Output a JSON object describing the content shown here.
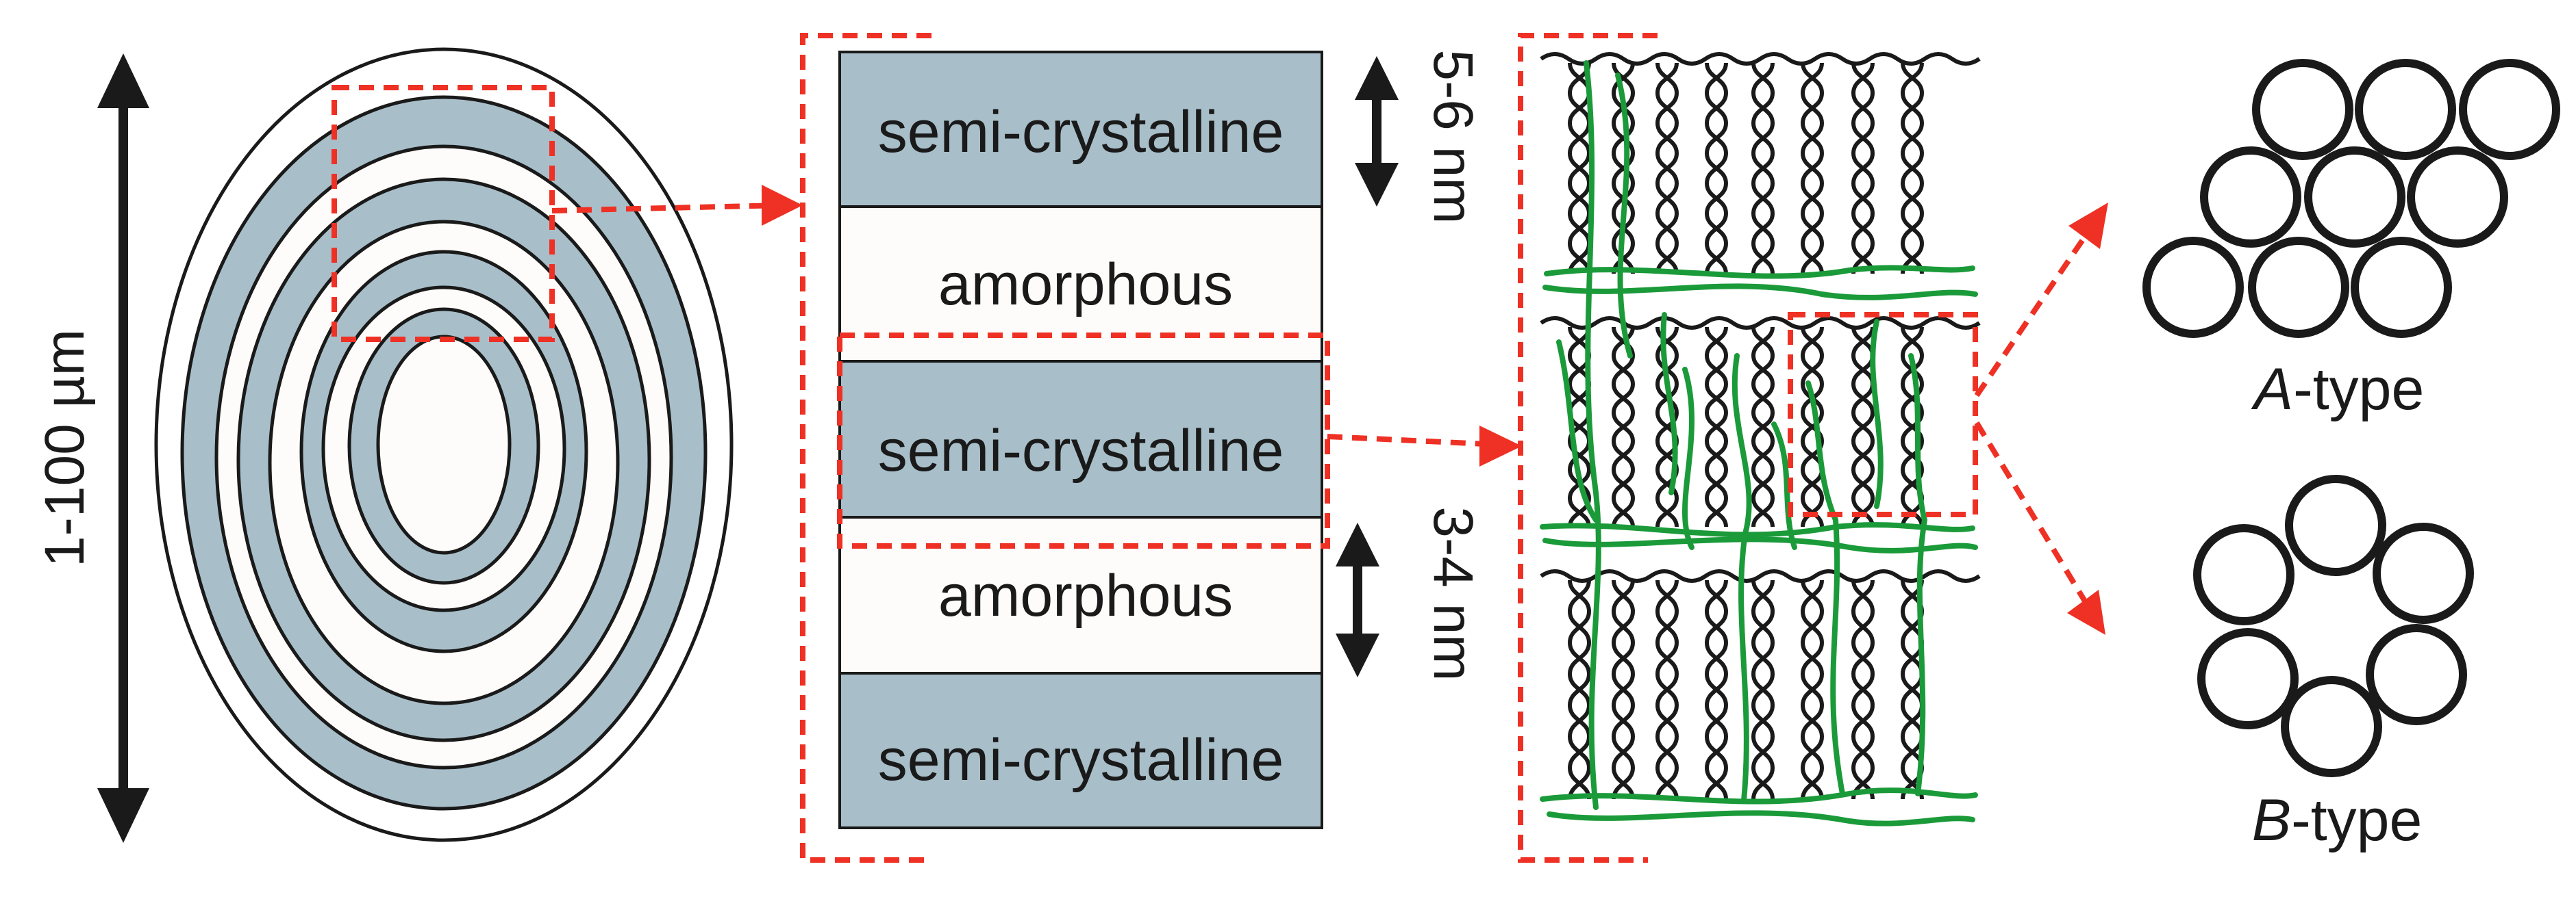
{
  "colors": {
    "semicrystalline_fill": "#a8bfca",
    "amorphous_fill": "#fefcfa",
    "outline": "#1a1a1a",
    "dashed_highlight": "#ee3124",
    "amylopectin_green": "#1b9a3a",
    "helix_black": "#1a1a1a",
    "background": "#ffffff"
  },
  "granule": {
    "size_label": "1-100 µm",
    "size_arrow_icon": "double-arrow-vertical-icon"
  },
  "lamellae": {
    "layers": [
      {
        "label": "semi-crystalline",
        "type": "semi-crystalline"
      },
      {
        "label": "amorphous",
        "type": "amorphous"
      },
      {
        "label": "semi-crystalline",
        "type": "semi-crystalline"
      },
      {
        "label": "amorphous",
        "type": "amorphous"
      },
      {
        "label": "semi-crystalline",
        "type": "semi-crystalline"
      }
    ],
    "dimensions": {
      "crystalline_thickness": "5-6 nm",
      "amorphous_thickness": "3-4 nm"
    }
  },
  "helix_packing": {
    "a_type": {
      "letter": "A",
      "suffix": "-type"
    },
    "b_type": {
      "letter": "B",
      "suffix": "-type"
    }
  }
}
